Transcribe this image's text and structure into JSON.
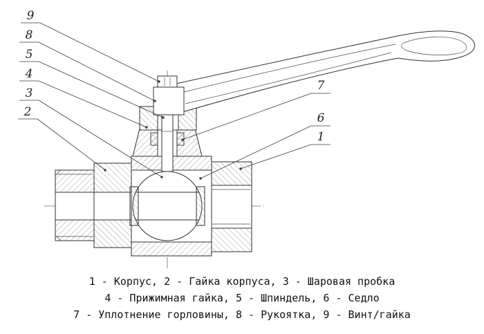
{
  "figure": {
    "kind": "technical-drawing",
    "subject": "ball-valve-cross-section"
  },
  "callouts": [
    {
      "label": "9",
      "part": "Винт/гайка"
    },
    {
      "label": "8",
      "part": "Рукоятка"
    },
    {
      "label": "5",
      "part": "Шпиндель"
    },
    {
      "label": "4",
      "part": "Прижимная гайка"
    },
    {
      "label": "3",
      "part": "Шаровая пробка"
    },
    {
      "label": "2",
      "part": "Гайка корпуса"
    },
    {
      "label": "7",
      "part": "Уплотнение горловины"
    },
    {
      "label": "6",
      "part": "Седло"
    },
    {
      "label": "1",
      "part": "Корпус"
    }
  ],
  "legend": {
    "line1": "1 - Корпус, 2 - Гайка корпуса, 3 - Шаровая пробка",
    "line2": "4 - Прижимная гайка, 5 - Шпиндель, 6 - Седло",
    "line3": "7 - Уплотнение горловины, 8 - Рукоятка, 9 - Винт/гайка"
  },
  "colors": {
    "line": "#2f2f2f",
    "hatch": "#777777",
    "background": "#ffffff"
  }
}
